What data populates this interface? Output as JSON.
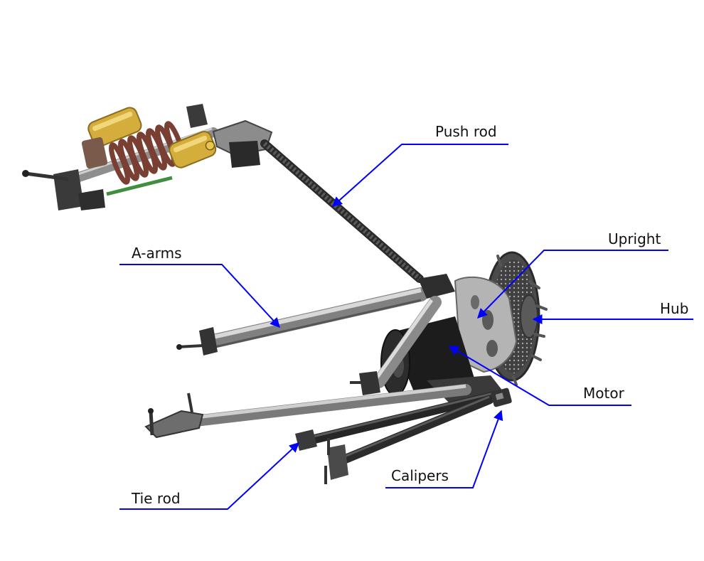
{
  "labels": {
    "push_rod": "Push rod",
    "upright": "Upright",
    "a_arms": "A-arms",
    "hub": "Hub",
    "motor": "Motor",
    "calipers": "Calipers",
    "tie_rod": "Tie rod"
  },
  "colors": {
    "background": "#ffffff",
    "leader": "#0000ff",
    "text": "#111111"
  }
}
